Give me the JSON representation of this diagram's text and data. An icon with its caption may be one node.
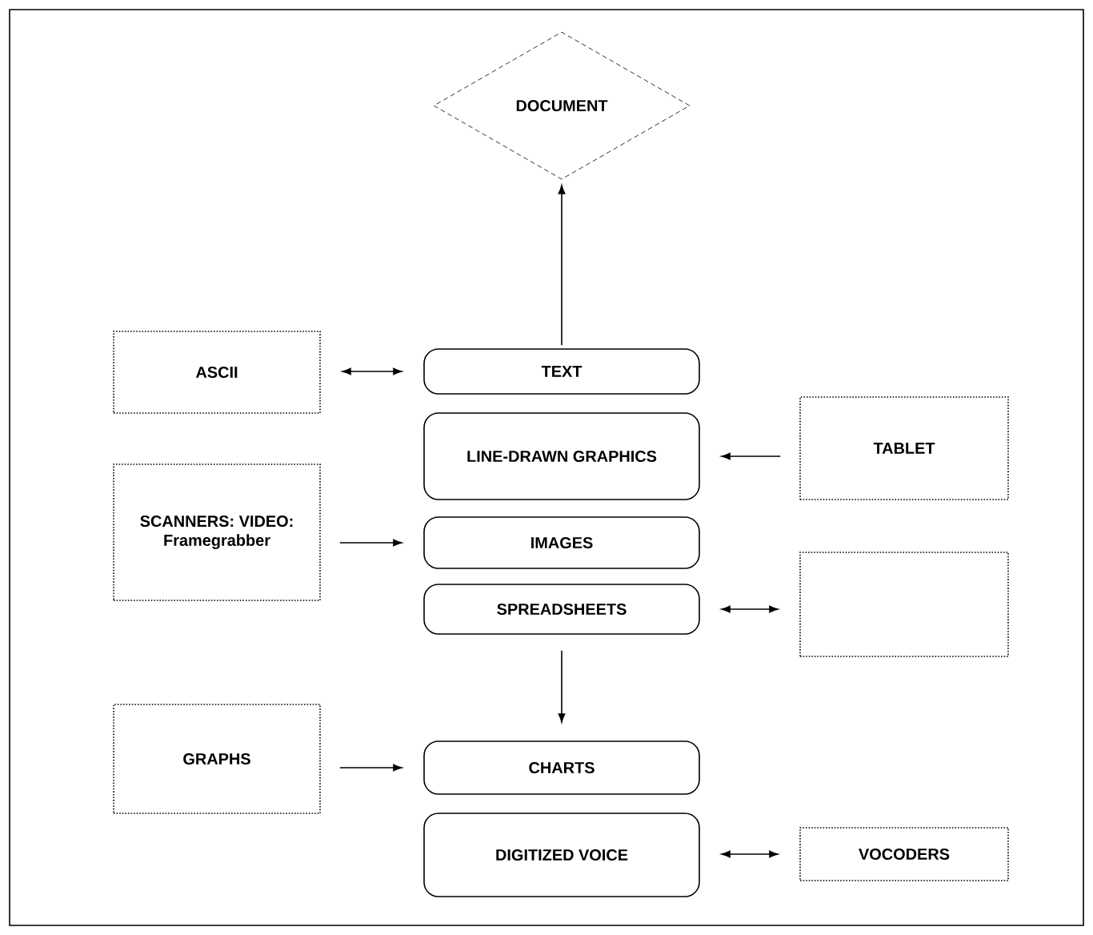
{
  "diagram": {
    "nodes": [
      {
        "text": [
          "DOCUMENT"
        ]
      },
      {
        "text": [
          "ASCII"
        ]
      },
      {
        "text": [
          "TEXT"
        ]
      },
      {
        "text": [
          "LINE-DRAWN GRAPHICS"
        ]
      },
      {
        "text": [
          "TABLET"
        ]
      },
      {
        "text": [
          "SCANNERS: VIDEO: Framegrabber"
        ]
      },
      {
        "text": [
          "IMAGES"
        ]
      },
      {
        "text": [
          "SPREADSHEETS"
        ]
      },
      {
        "text": [],
        "shape": "box"
      },
      {
        "text": [
          "GRAPHS"
        ]
      },
      {
        "text": [
          "CHARTS"
        ]
      },
      {
        "text": [
          "DIGITIZED VOICE"
        ]
      },
      {
        "text": [
          "VOCODERS"
        ]
      }
    ],
    "edges": [
      {
        "from": 2,
        "to": 0,
        "arrow": "to"
      },
      {
        "from": 1,
        "to": 2,
        "arrow": "both"
      },
      {
        "from": 4,
        "to": 3,
        "arrow": "to"
      },
      {
        "from": 5,
        "to": 6,
        "arrow": "to"
      },
      {
        "from": 7,
        "to": 8,
        "arrow": "both"
      },
      {
        "from": 7,
        "to": 10,
        "arrow": "to"
      },
      {
        "from": 9,
        "to": 10,
        "arrow": "to"
      },
      {
        "from": 11,
        "to": 12,
        "arrow": "both"
      }
    ]
  }
}
